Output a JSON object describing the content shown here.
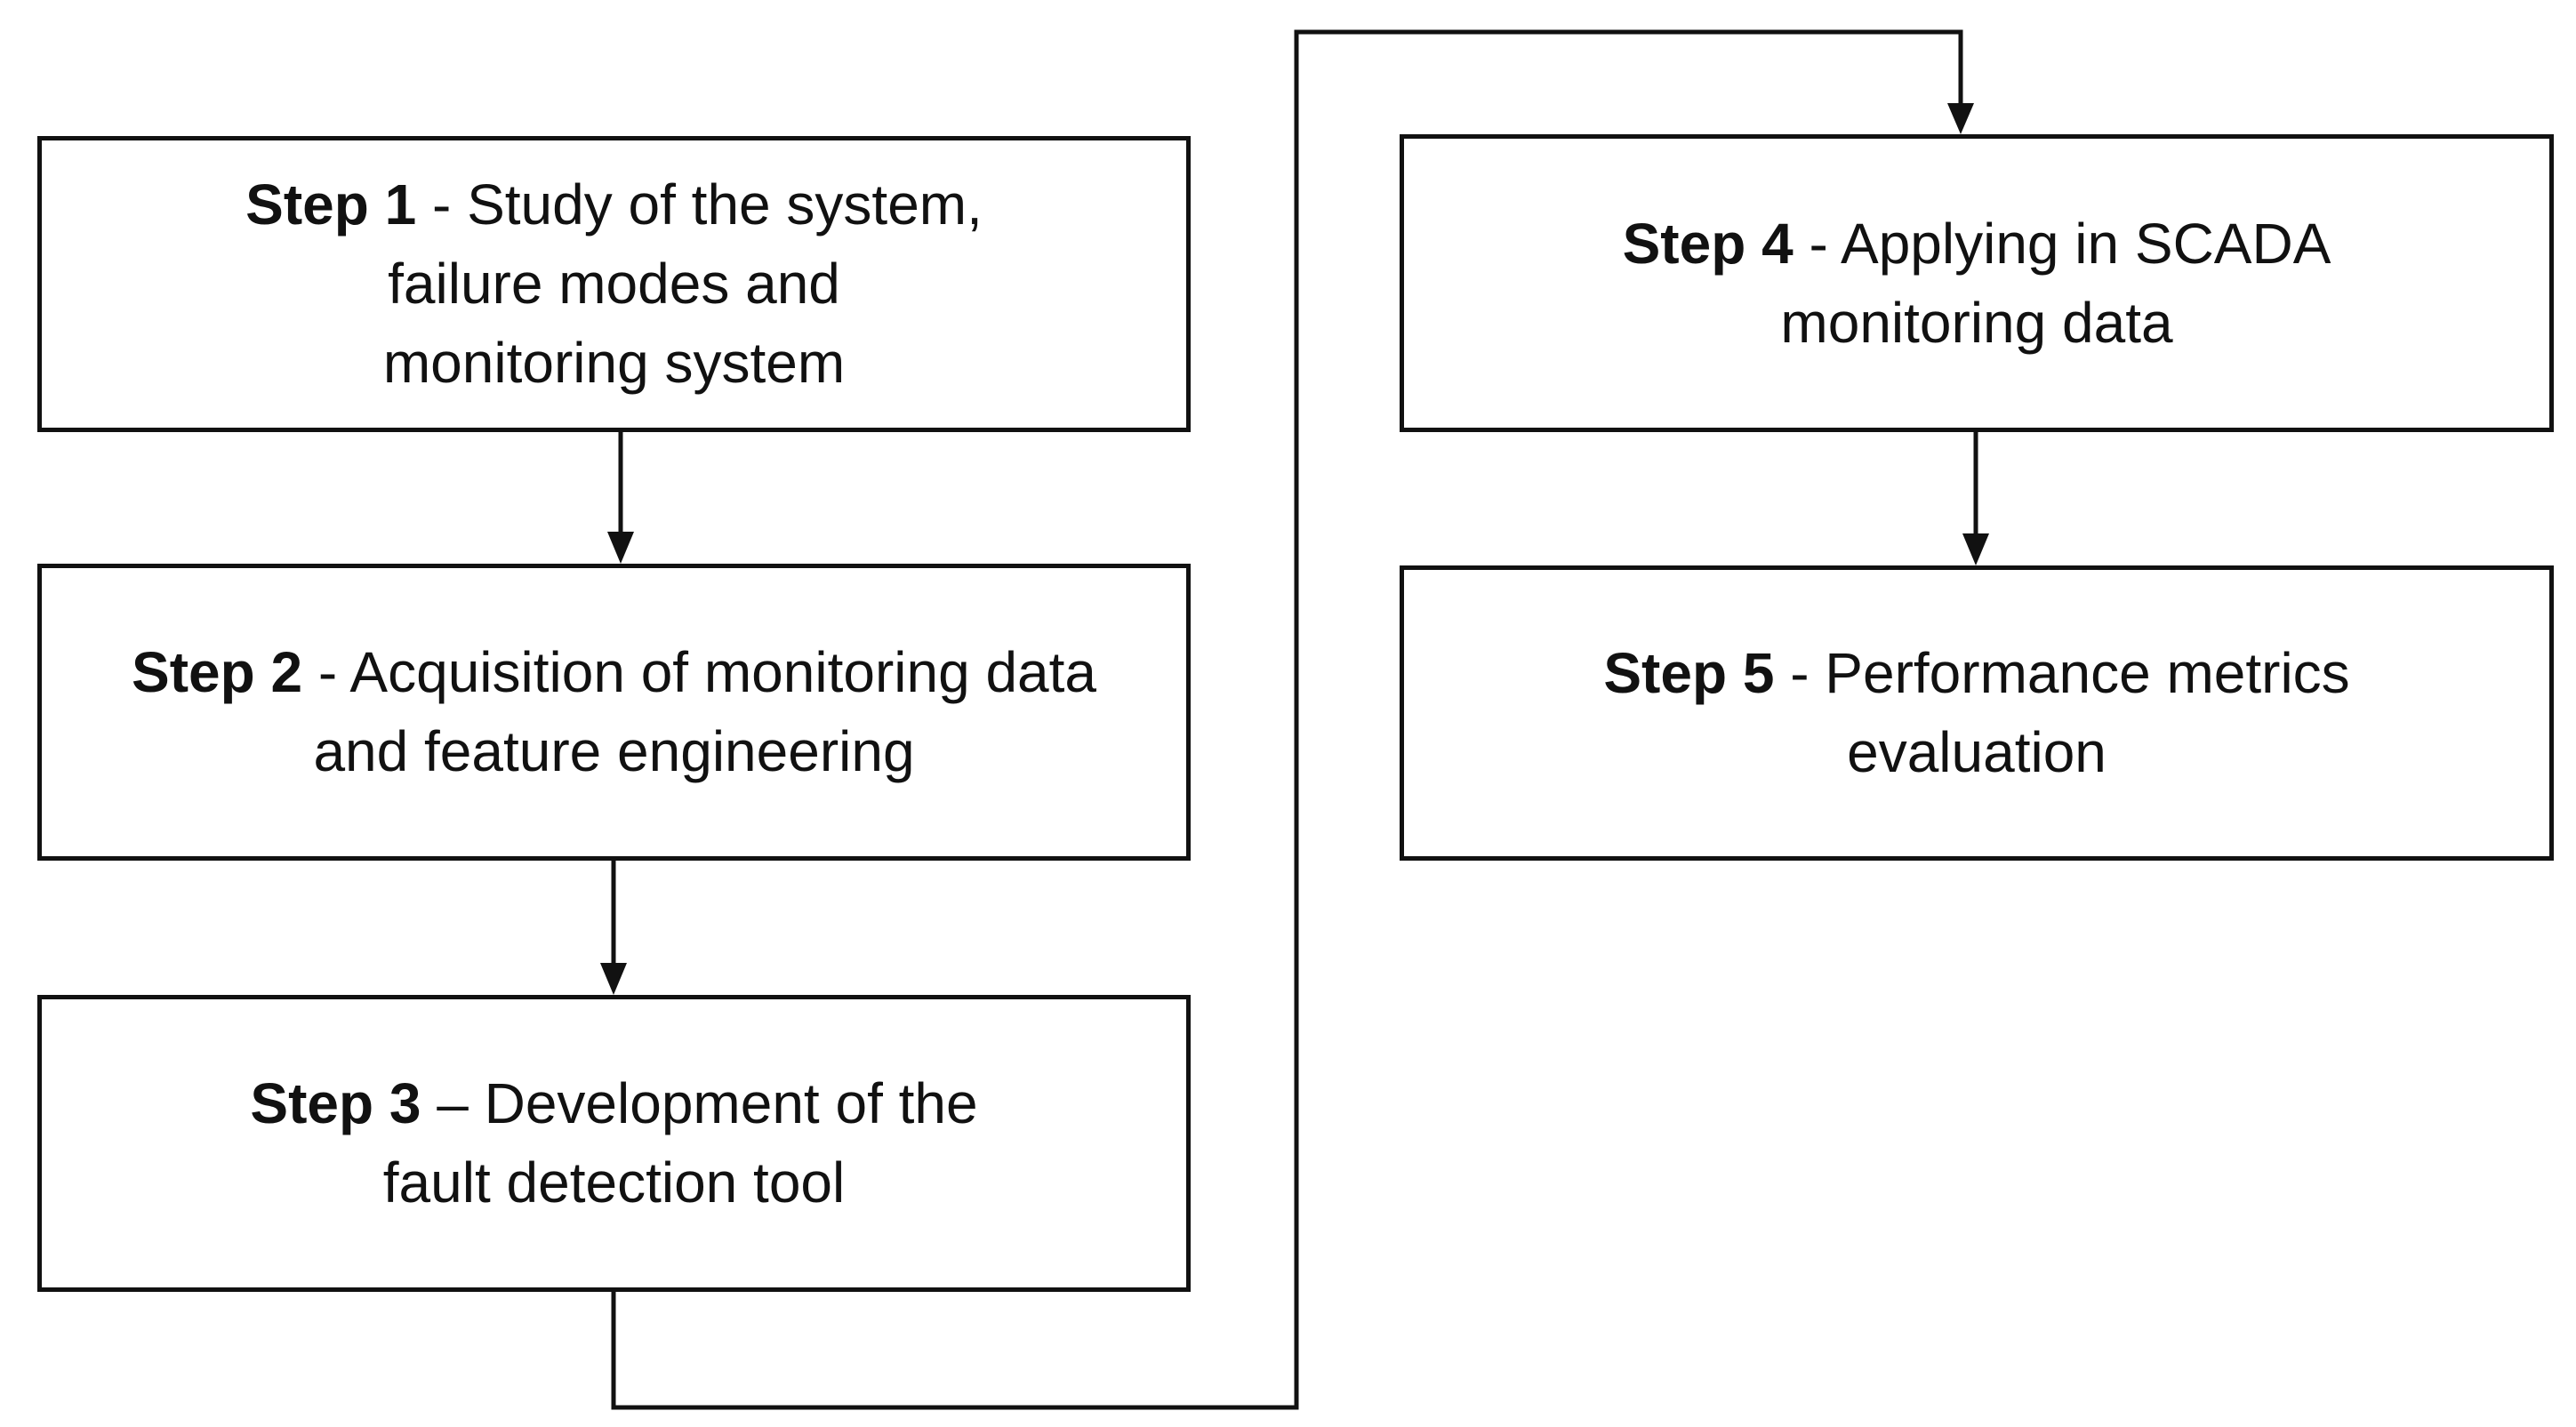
{
  "steps": [
    {
      "label": "Step 1",
      "separator": " - ",
      "line1": "Study of the system,",
      "line2": "failure modes and",
      "line3": "monitoring system"
    },
    {
      "label": "Step 2",
      "separator": " - ",
      "line1": "Acquisition of monitoring data",
      "line2": "and feature engineering"
    },
    {
      "label": "Step 3",
      "separator": " – ",
      "line1": "Development of the",
      "line2": "fault detection tool"
    },
    {
      "label": "Step 4",
      "separator": " - ",
      "line1": "Applying in SCADA",
      "line2": "monitoring data"
    },
    {
      "label": "Step 5",
      "separator": " - ",
      "line1": "Performance metrics",
      "line2": "evaluation"
    }
  ],
  "colors": {
    "stroke": "#111111",
    "background": "#ffffff"
  }
}
